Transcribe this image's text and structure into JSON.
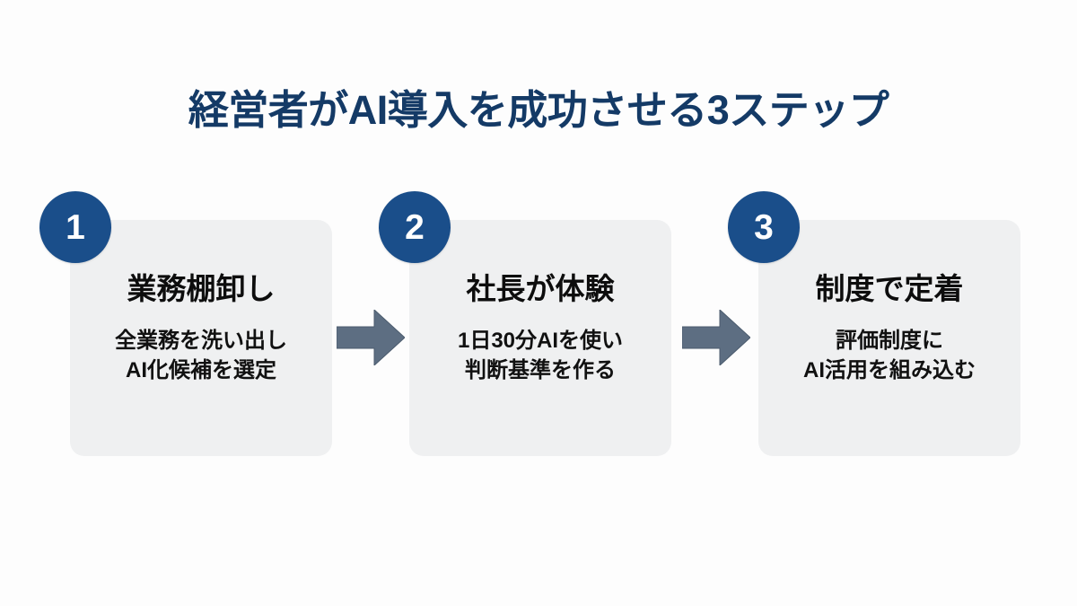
{
  "slide": {
    "title": "経営者がAI導入を成功させる3ステップ",
    "background_color": "#fdfdfd",
    "title_color": "#143a66",
    "card_color": "#eff0f1",
    "badge_color": "#1a4e8a",
    "arrow_color": "#5d6e82"
  },
  "steps": [
    {
      "number": "1",
      "heading": "業務棚卸し",
      "desc_line1": "全業務を洗い出し",
      "desc_line2": "AI化候補を選定"
    },
    {
      "number": "2",
      "heading": "社長が体験",
      "desc_line1": "1日30分AIを使い",
      "desc_line2": "判断基準を作る"
    },
    {
      "number": "3",
      "heading": "制度で定着",
      "desc_line1": "評価制度に",
      "desc_line2": "AI活用を組み込む"
    }
  ],
  "connectors": [
    {
      "icon": "arrow-right-icon"
    },
    {
      "icon": "arrow-right-icon"
    }
  ]
}
